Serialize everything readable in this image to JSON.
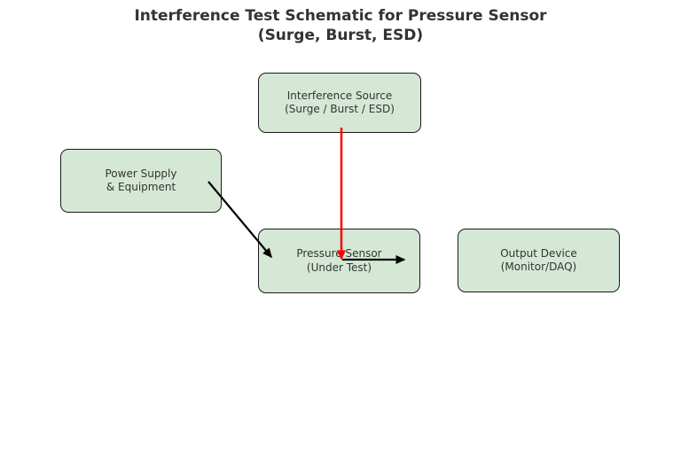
{
  "title": {
    "line1": "Interference Test Schematic for Pressure Sensor",
    "line2": "(Surge, Burst, ESD)"
  },
  "nodes": {
    "interference_source": {
      "line1": "Interference Source",
      "line2": "(Surge / Burst / ESD)"
    },
    "power_supply": {
      "line1": "Power Supply",
      "line2": "& Equipment"
    },
    "pressure_sensor": {
      "line1": "Pressure Sensor",
      "line2": "(Under Test)"
    },
    "output_device": {
      "line1": "Output Device",
      "line2": "(Monitor/DAQ)"
    }
  },
  "edges": [
    {
      "name": "power-supply-to-pressure-sensor",
      "from": "power_supply",
      "to": "pressure_sensor",
      "color": "#000000"
    },
    {
      "name": "interference-source-to-pressure-sensor",
      "from": "interference_source",
      "to": "pressure_sensor",
      "color": "#ff0000"
    },
    {
      "name": "pressure-sensor-to-output-device",
      "from": "pressure_sensor",
      "to": "output_device",
      "color": "#000000"
    }
  ],
  "colors": {
    "background": "#ffffff",
    "box_fill": "#d5e8d6",
    "box_border": "#1a1a1a",
    "text": "#333333",
    "arrow_black": "#000000",
    "arrow_red": "#ff0000"
  }
}
